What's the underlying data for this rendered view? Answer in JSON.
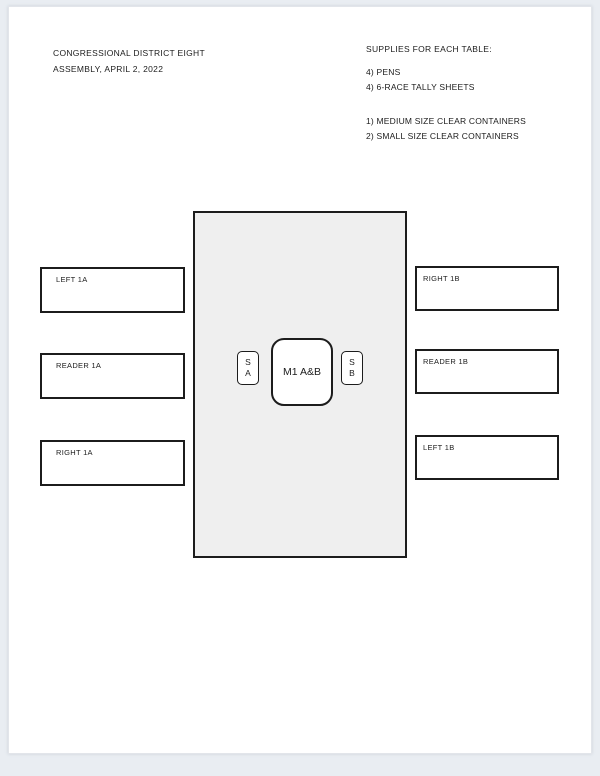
{
  "header": {
    "title_line1": "CONGRESSIONAL DISTRICT EIGHT",
    "title_line2": "ASSEMBLY, APRIL 2, 2022"
  },
  "supplies": {
    "heading": "SUPPLIES FOR EACH TABLE:",
    "group1": [
      "4) PENS",
      "4) 6-RACE TALLY SHEETS"
    ],
    "group2": [
      "1) MEDIUM SIZE CLEAR CONTAINERS",
      "2) SMALL SIZE CLEAR CONTAINERS"
    ]
  },
  "diagram": {
    "left_tables": [
      {
        "label": "LEFT 1A"
      },
      {
        "label": "READER 1A"
      },
      {
        "label": "RIGHT 1A"
      }
    ],
    "right_tables": [
      {
        "label": "RIGHT 1B"
      },
      {
        "label": "READER 1B"
      },
      {
        "label": "LEFT 1B"
      }
    ],
    "center": {
      "moderator_label": "M1 A&B",
      "supply_box_a": {
        "line1": "S",
        "line2": "A"
      },
      "supply_box_b": {
        "line1": "S",
        "line2": "B"
      }
    }
  },
  "colors": {
    "stage_fill": "#efefef",
    "shape_border": "#1c1c1c",
    "page_background": "#ffffff",
    "canvas_background": "#e9edf2"
  }
}
